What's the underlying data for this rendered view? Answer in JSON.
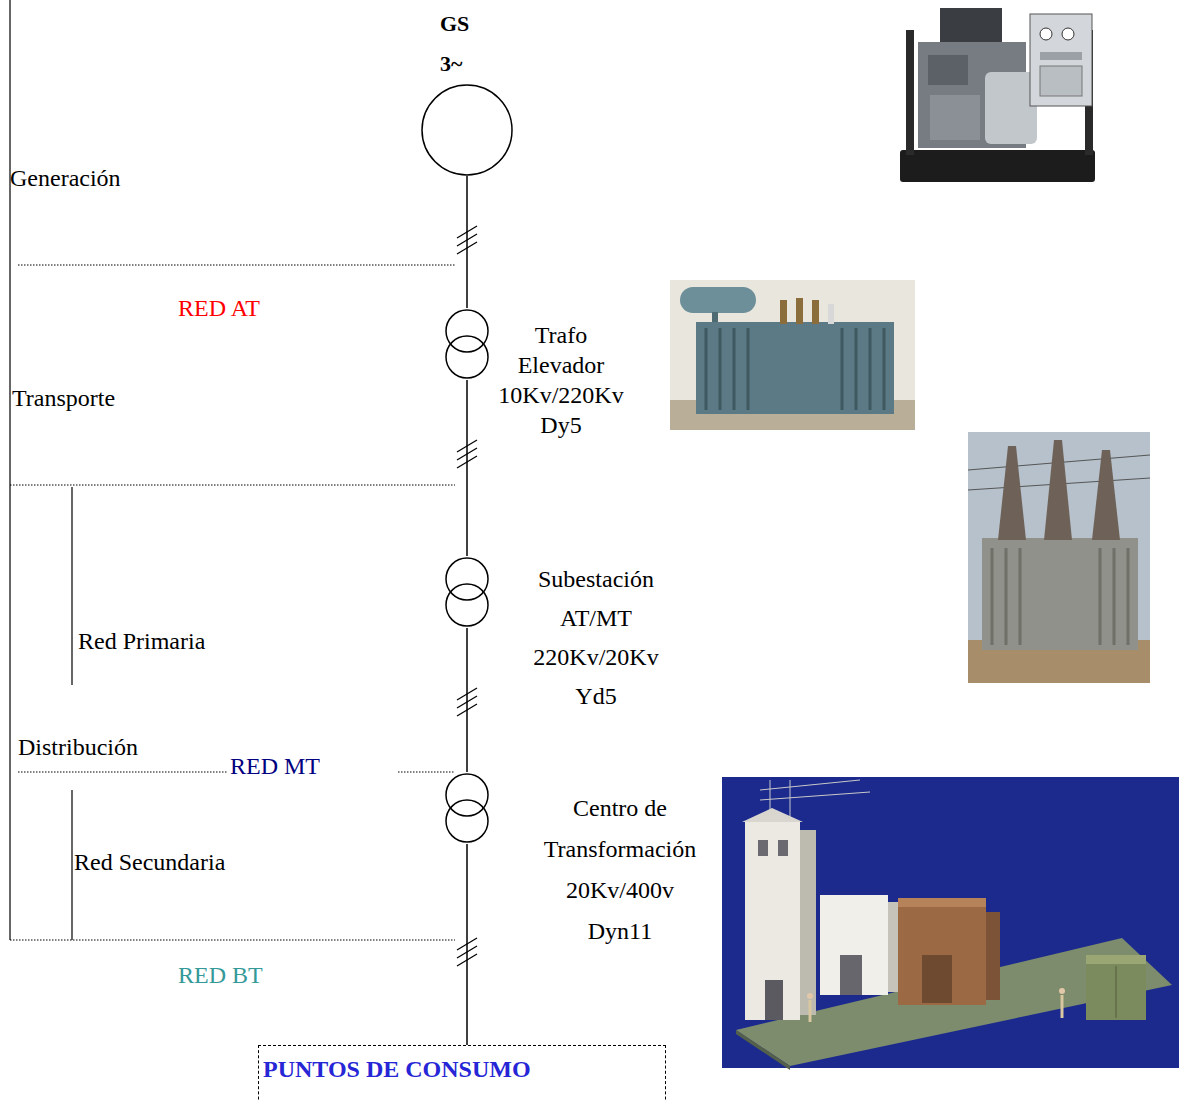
{
  "diagram": {
    "nodes": [
      {
        "text": [
          "GS 3~"
        ]
      },
      {
        "text": [
          "Trafo Elevador",
          "10Kv/220Kv",
          "Dy5"
        ]
      },
      {
        "text": [
          "Subestación AT/MT",
          "220Kv/20Kv",
          "Yd5"
        ]
      },
      {
        "text": [
          "Centro de Transformación",
          "20Kv/400v",
          "Dyn11"
        ]
      },
      {
        "text": [
          "PUNTOS DE CONSUMO"
        ]
      }
    ],
    "edges": [
      {
        "from": 0,
        "to": 1,
        "arrow": "none"
      },
      {
        "from": 1,
        "to": 2,
        "arrow": "none"
      },
      {
        "from": 2,
        "to": 3,
        "arrow": "none"
      },
      {
        "from": 3,
        "to": 4,
        "arrow": "none"
      }
    ],
    "labels": [
      "Generación",
      "RED AT",
      "Transporte",
      "Red Primaria",
      "Distribución",
      "RED MT",
      "Red Secundaria",
      "RED BT"
    ]
  }
}
